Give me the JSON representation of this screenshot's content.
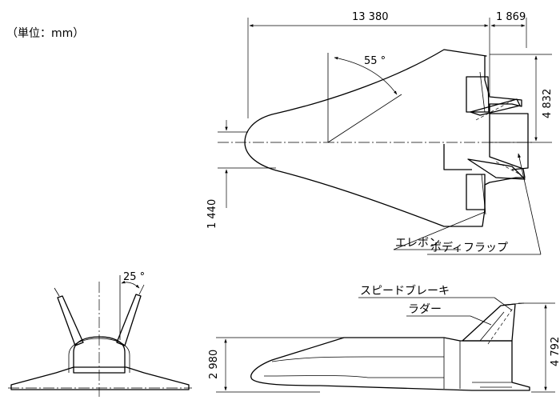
{
  "unit_label": "（単位：mm）",
  "dimensions": {
    "length": "13 380",
    "tail_extension": "1 869",
    "span": "4 832",
    "body_width": "1 440",
    "sweep_angle": "55 °",
    "fin_cant_angle": "25 °",
    "body_height": "2 980",
    "total_height": "4 792"
  },
  "labels": {
    "elevon": "エレボン",
    "body_flap": "ボディフラップ",
    "speed_brake": "スピードブレーキ",
    "rudder": "ラダー"
  }
}
